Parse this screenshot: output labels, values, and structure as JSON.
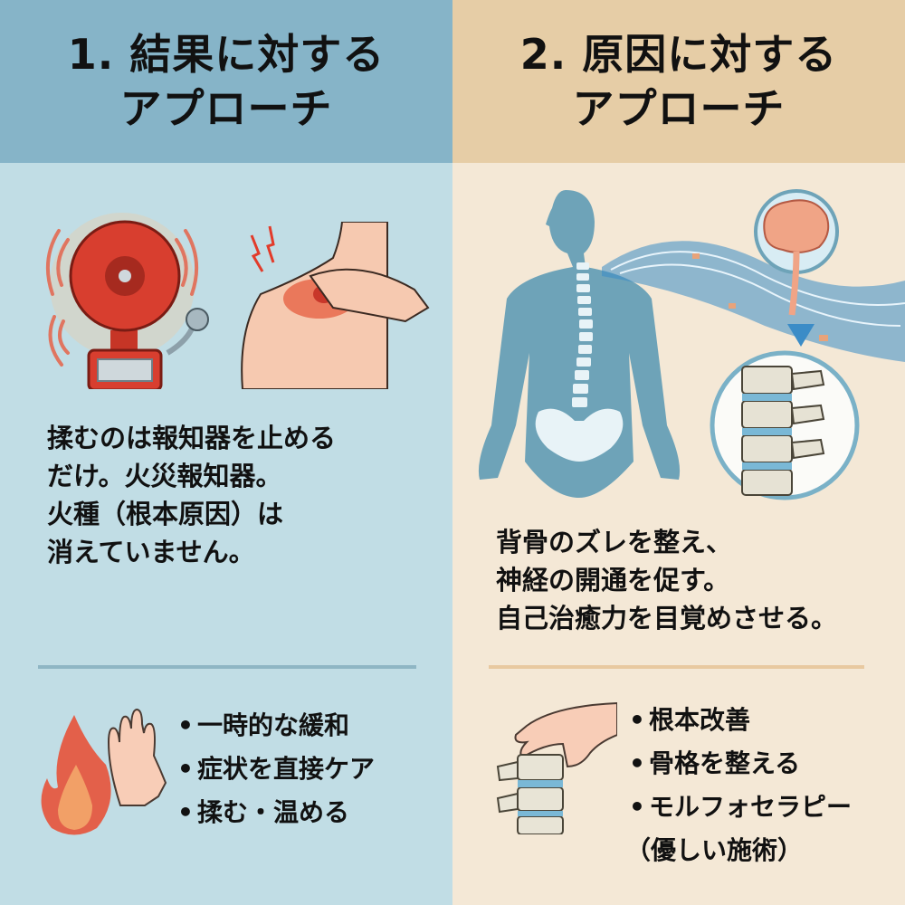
{
  "left_panel": {
    "title_line1": "1. 結果に対する",
    "title_line2": "アプローチ",
    "body_lines": [
      "揉むのは報知器を止める",
      "だけ。火災報知器。",
      "火種（根本原因）は",
      "消えていません。"
    ],
    "bullets": [
      "一時的な緩和",
      "症状を直接ケア",
      "揉む・温める"
    ],
    "bullet_marker": "•",
    "icons": [
      "alarm-bell-icon",
      "shoulder-pain-icon",
      "flame-icon",
      "stop-hand-icon"
    ],
    "colors": {
      "header": "#86b4c8",
      "background": "#c1dde5",
      "divider": "#8fb6c4"
    }
  },
  "right_panel": {
    "title_line1": "2. 原因に対する",
    "title_line2": "アプローチ",
    "body_lines": [
      "背骨のズレを整え、",
      "神経の開通を促す。",
      "自己治癒力を目覚めさせる。"
    ],
    "bullets": [
      "根本改善",
      "骨格を整える",
      "モルフォセラピー"
    ],
    "bullet_continuation": "（優しい施術）",
    "bullet_marker": "•",
    "icons": [
      "body-spine-icon",
      "brain-icon",
      "nerve-flow-icon",
      "vertebrae-icon",
      "hand-adjusting-spine-icon"
    ],
    "colors": {
      "header": "#e6cda6",
      "background": "#f4e8d6",
      "divider": "#e8c9a0"
    }
  }
}
